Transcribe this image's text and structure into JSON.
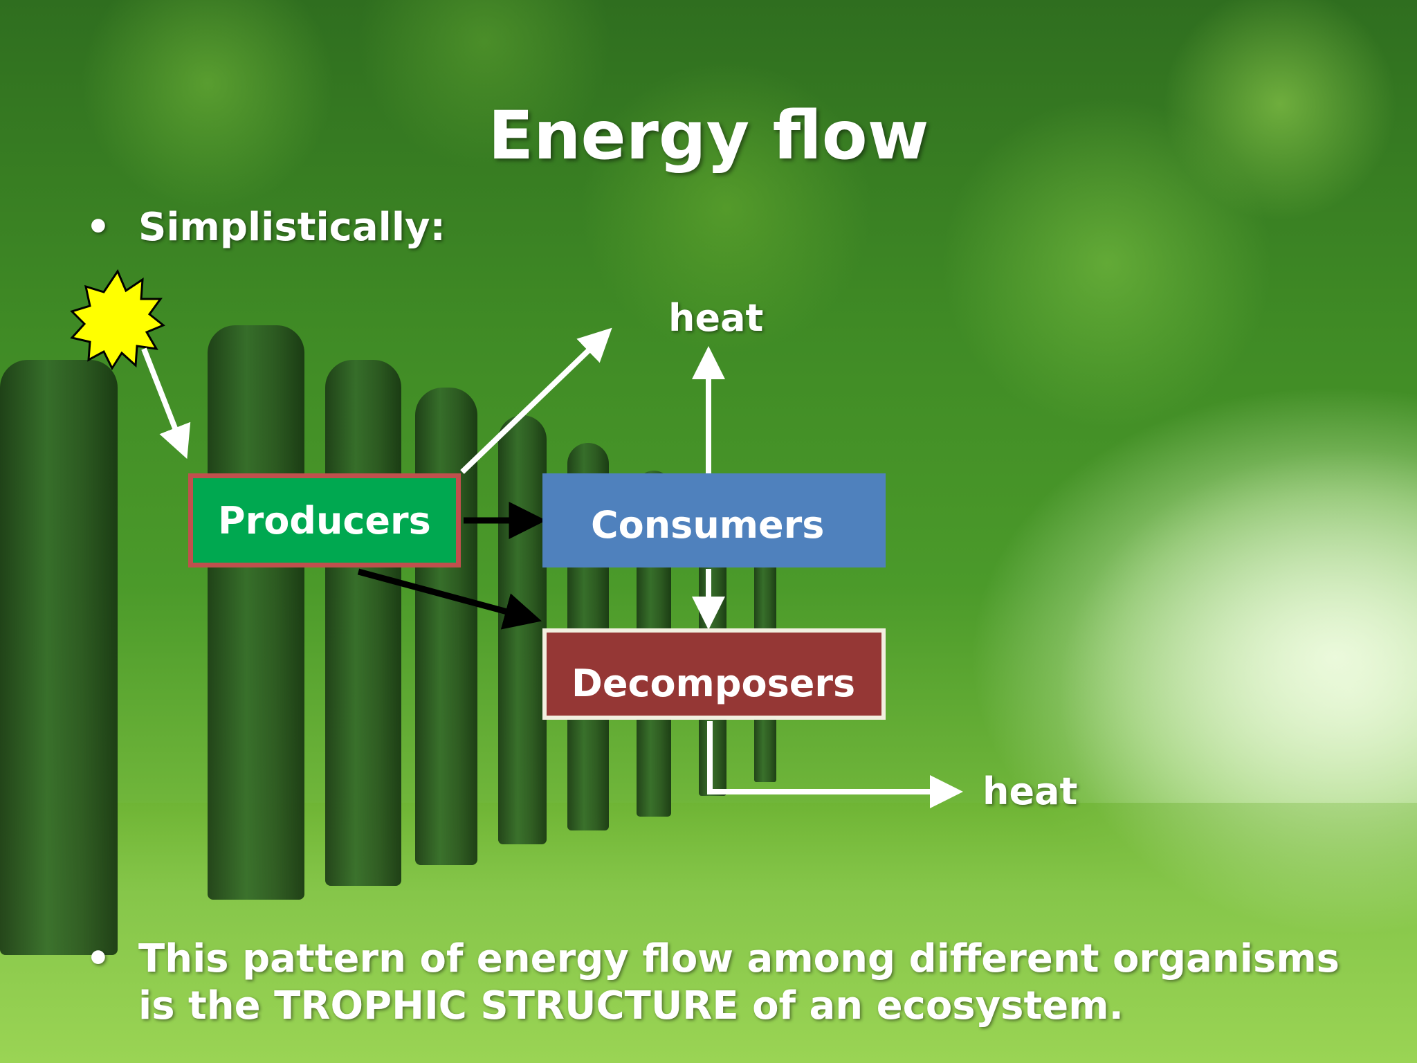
{
  "slide": {
    "title": "Energy flow",
    "bullet_marker": "•",
    "bullet_1": "Simplistically:",
    "bullet_2": "This pattern of energy flow among different organisms is the TROPHIC STRUCTURE of an ecosystem."
  },
  "diagram": {
    "nodes": {
      "producers": "Producers",
      "consumers": "Consumers",
      "decomposers": "Decomposers"
    },
    "heat_top": "heat",
    "heat_right": "heat",
    "icons": {
      "sun": "sun-icon"
    },
    "colors": {
      "producers_fill": "#00a850",
      "producers_border": "#c0504d",
      "consumers_fill": "#4f81bd",
      "decomposers_fill": "#953735",
      "decomposers_border": "#f2efe0",
      "sun": "#ffff00",
      "arrow_white": "#ffffff",
      "arrow_black": "#000000"
    }
  }
}
